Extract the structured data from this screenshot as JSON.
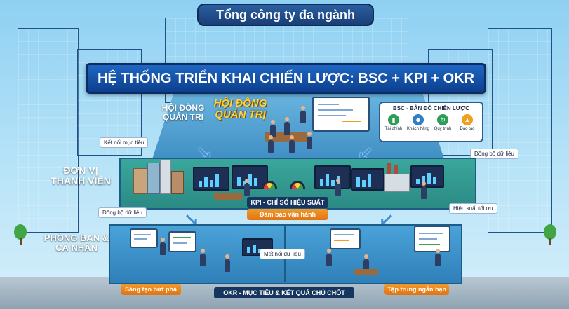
{
  "header": {
    "company": "Tổng công ty đa ngành"
  },
  "banner": {
    "title": "HỆ THỐNG TRIỂN KHAI CHIẾN LƯỢC: BSC + KPI + OKR"
  },
  "board_level": {
    "label": "HỘI ĐỒNG QUẢN TRỊ",
    "signage": "HỘI ĐỒNG QUẢN TRỊ",
    "bsc": {
      "title": "BSC - BẢN ĐỒ CHIẾN LƯỢC",
      "items": [
        {
          "label": "Tài chính",
          "icon": "chart-icon",
          "color": "#2e9d57"
        },
        {
          "label": "Khách hàng",
          "icon": "people-icon",
          "color": "#2f7fc7"
        },
        {
          "label": "Quy trình",
          "icon": "cycle-icon",
          "color": "#2e9d57"
        },
        {
          "label": "Đào tạo",
          "icon": "graduation-icon",
          "color": "#f0a020"
        }
      ]
    }
  },
  "member_level": {
    "label": "ĐƠN VỊ THÀNH VIÊN",
    "kpi_label": "KPI - CHỈ SỐ HIỆU SUẤT",
    "badge": "Đảm bảo vận hành"
  },
  "department_level": {
    "label": "PHÒNG BAN & CÁ NHÂN",
    "okr_label": "OKR - MỤC TIÊU & KẾT QUẢ CHỦ CHỐT",
    "badge_left": "Sáng tạo bứt phá",
    "badge_right": "Tập trung ngắn hạn"
  },
  "callouts": {
    "ket_noi": "Kết nối mục tiêu",
    "dong_bo_right": "Đồng bộ dữ liệu",
    "dong_bo_left": "Đồng bộ dữ liệu",
    "hieu_suat": "Hiệu suất tối ưu",
    "met_noi": "Mết nối dữ liệu"
  },
  "colors": {
    "banner": "#1e67c3",
    "accent_orange": "#f08a1e",
    "teal_floor": "#2b8a84",
    "gold_text": "#ffd23f"
  }
}
